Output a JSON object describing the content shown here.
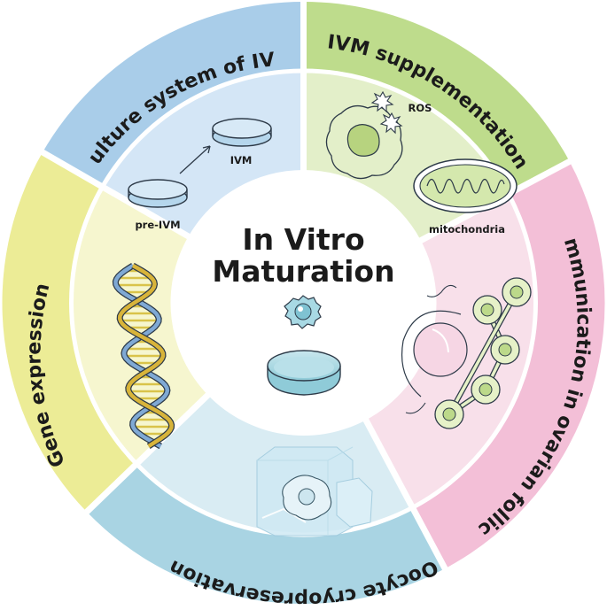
{
  "center": {
    "title_line1": "In Vitro",
    "title_line2": "Maturation"
  },
  "segments": {
    "culture": {
      "label": "Culture system of IVM",
      "outer_color": "#a9cde9",
      "inner_color": "#d4e6f6",
      "pre_label": "pre-IVM",
      "ivm_label": "IVM"
    },
    "supplementation": {
      "label": "IVM supplementation",
      "outer_color": "#bedc8c",
      "inner_color": "#e3efc9",
      "ros_label": "ROS",
      "mito_label": "mitochondria"
    },
    "communication": {
      "label": "Communication in ovarian follicle",
      "outer_color": "#f3bfd7",
      "inner_color": "#f8e0ea"
    },
    "cryo": {
      "label": "Oocyte cryopreservation",
      "outer_color": "#a9d4e3",
      "inner_color": "#d9ecf3"
    },
    "gene": {
      "label": "Gene expression",
      "outer_color": "#ecec96",
      "inner_color": "#f6f6cf"
    }
  }
}
